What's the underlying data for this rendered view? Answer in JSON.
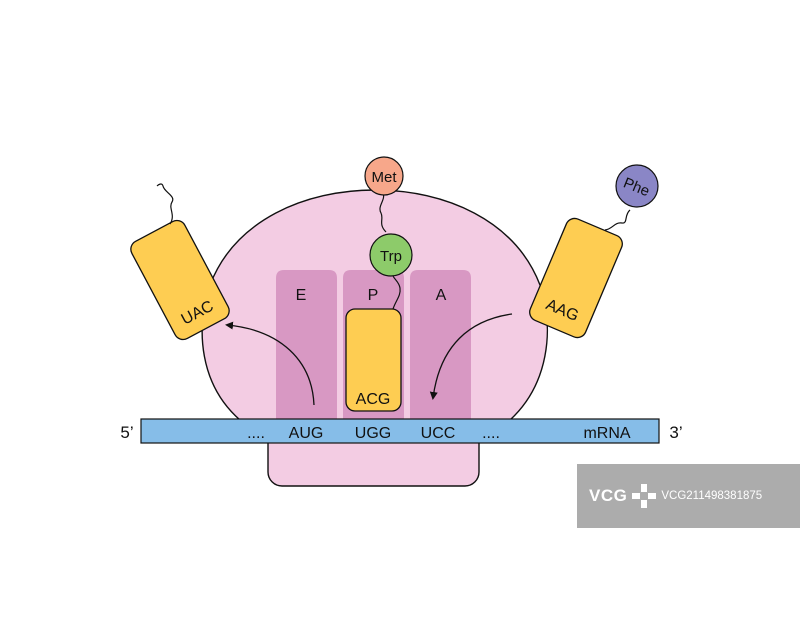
{
  "diagram": {
    "sites": {
      "e": "E",
      "p": "P",
      "a": "A"
    },
    "mrna": {
      "five_prime": "5’",
      "three_prime": "3’",
      "left_dots": "....",
      "codons": [
        "AUG",
        "UGG",
        "UCC"
      ],
      "right_dots": "....",
      "label": "mRNA"
    },
    "trna_exit": {
      "anticodon": "UAC"
    },
    "trna_p_site": {
      "anticodon": "ACG"
    },
    "trna_incoming": {
      "anticodon": "AAG"
    },
    "amino_acids": {
      "met": "Met",
      "trp": "Trp",
      "phe": "Phe"
    }
  },
  "colors": {
    "ribosome": "#f3cce3",
    "site_band": "#d898c3",
    "mrna": "#86bde8",
    "trna": "#fecd52",
    "met": "#f7a78a",
    "trp": "#8dcb6a",
    "phe": "#8a86c6"
  },
  "watermark": {
    "logo": "VCG",
    "id": "VCG211498381875"
  }
}
